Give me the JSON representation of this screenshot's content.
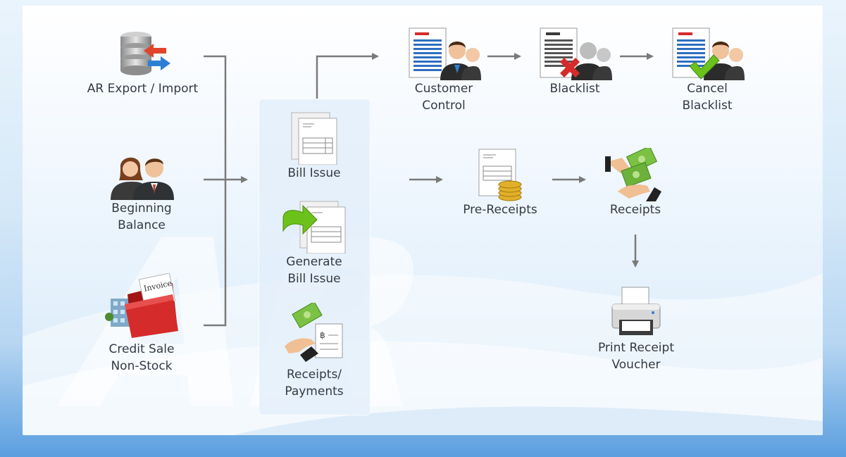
{
  "diagram": {
    "watermark": "AR",
    "nodes": {
      "ar_export_import": "AR Export / Import",
      "beginning_balance": [
        "Beginning",
        "Balance"
      ],
      "credit_sale_non_stock": [
        "Credit Sale",
        "Non-Stock"
      ],
      "bill_issue": "Bill Issue",
      "generate_bill_issue": [
        "Generate",
        "Bill Issue"
      ],
      "receipts_payments": [
        "Receipts/",
        "Payments"
      ],
      "customer_control": [
        "Customer",
        "Control"
      ],
      "blacklist": "Blacklist",
      "cancel_blacklist": [
        "Cancel",
        "Blacklist"
      ],
      "pre_receipts": "Pre-Receipts",
      "receipts": "Receipts",
      "print_receipt_voucher": [
        "Print Receipt",
        "Voucher"
      ]
    },
    "invoice_tag_text": "Invoice",
    "currency_symbol": "฿",
    "colors": {
      "arrow": "#7a7a7a",
      "label": "#333a44",
      "accent_red": "#d62b2b",
      "accent_green": "#6cc21a",
      "accent_blue": "#2d7fd6"
    }
  }
}
